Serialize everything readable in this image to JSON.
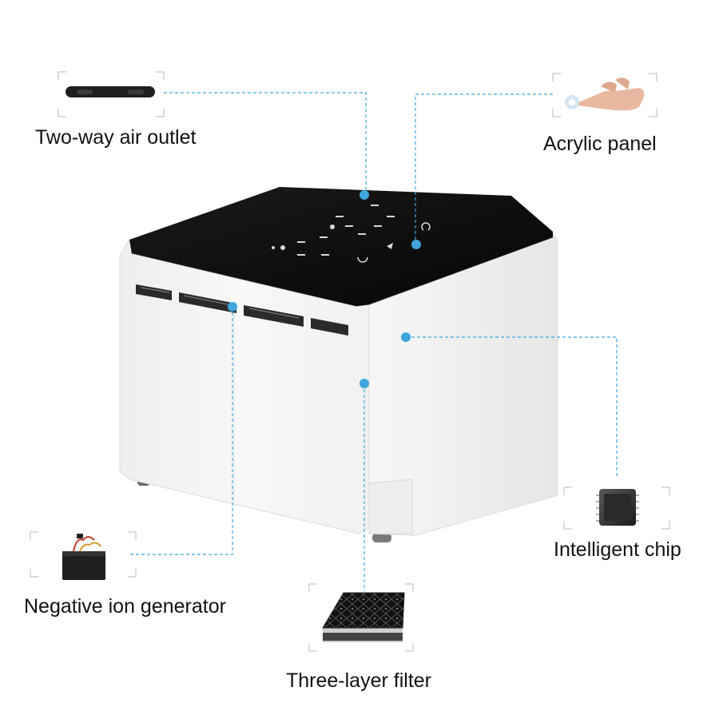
{
  "labels": {
    "air_outlet": "Two-way air outlet",
    "acrylic_panel": "Acrylic panel",
    "intelligent_chip": "Intelligent chip",
    "ion_generator": "Negative ion generator",
    "filter": "Three-layer filter"
  },
  "colors": {
    "callout": "#3ea6dc",
    "body": "#f4f4f4",
    "panel": "#0c0c0c",
    "frame": "#c8c8c8"
  },
  "icons": {
    "air_outlet": "air-outlet-strip-icon",
    "acrylic_panel": "touch-hand-icon",
    "intelligent_chip": "chip-icon",
    "ion_generator": "ion-generator-icon",
    "filter": "filter-layers-icon"
  }
}
